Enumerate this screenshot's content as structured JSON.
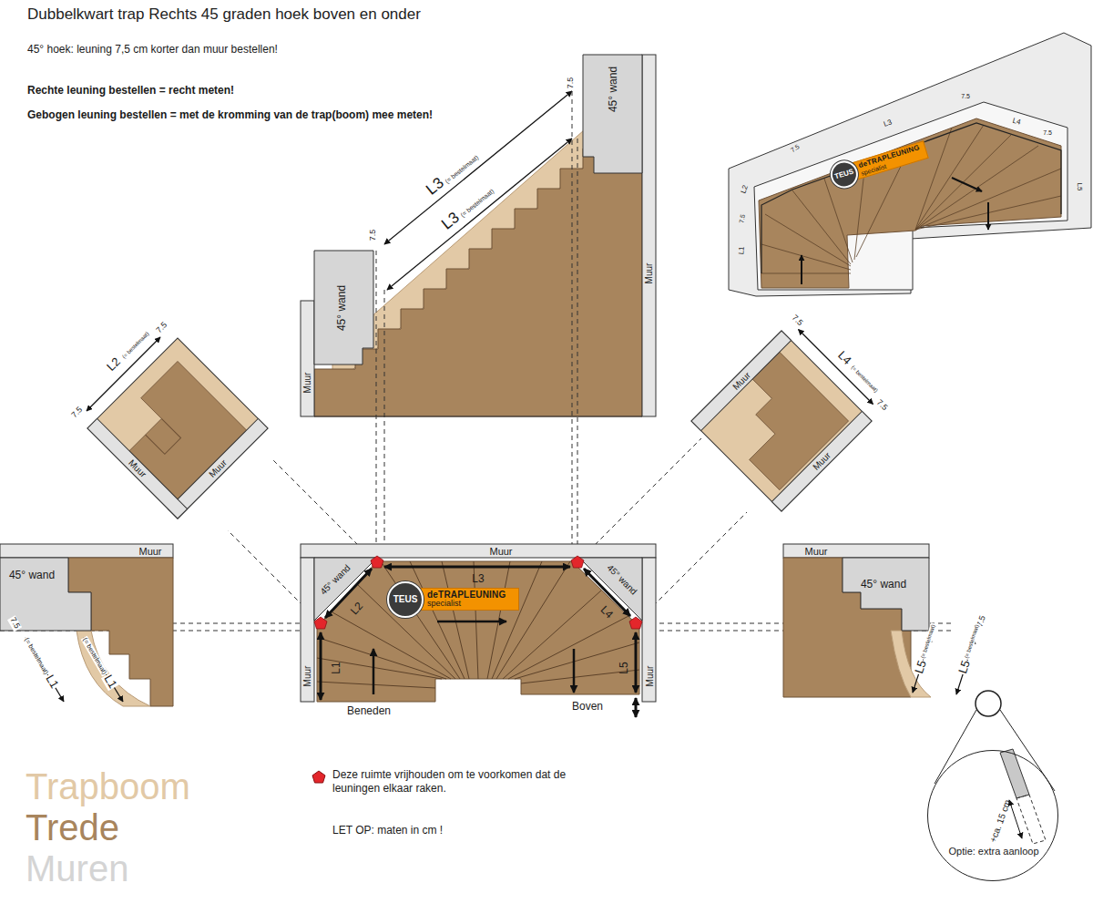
{
  "diagram": {
    "title": "Dubbelkwart trap Rechts 45 graden hoek boven en onder",
    "nodes": [
      {
        "text": [
          "deTRAPLEUNING",
          "specialist"
        ]
      },
      {
        "text": [
          "TEUS"
        ],
        "in": 0
      },
      {
        "text": [
          "deTRAPLEUNING",
          "specialist"
        ]
      },
      {
        "text": [
          "TEUS"
        ],
        "in": 2
      },
      {
        "text": [
          "+ca. 15 cm",
          "Optie: extra aanloop"
        ]
      }
    ],
    "labels": [
      "45° hoek: leuning 7,5 cm korter dan muur bestellen!",
      "Rechte leuning bestellen = recht meten!",
      "Gebogen leuning bestellen = met de kromming van de trap(boom) mee meten!",
      "7.5",
      "45° wand",
      "L3",
      "(= bestelmaat)",
      "L3",
      "(= bestelmaat)",
      "7.5",
      "45° wand",
      "Muur",
      "Muur",
      "7.5",
      "L2",
      "(= bestelmaat)",
      "7.5",
      "Muur",
      "Muur",
      "7.5",
      "L4",
      "(= bestelmaat)",
      "7.5",
      "Muur",
      "Muur",
      "Muur",
      "45° wand",
      "7.5",
      "L1",
      "(= bestelmaat)",
      "L1",
      "(= bestelmaat)",
      "Muur",
      "45° wand",
      "45° wand",
      "L2",
      "L3",
      "L4",
      "L1",
      "L5",
      "Muur",
      "Muur",
      "Beneden",
      "Boven",
      "Muur",
      "45° wand",
      "7.5",
      "L5",
      "(= bestelmaat)",
      "L5",
      "(= bestelmaat)",
      "7.5",
      "L3",
      "L4",
      "7.5",
      "L5",
      "7.5",
      "L2",
      "7.5",
      "L1",
      "LET OP: maten in cm !"
    ],
    "legend": [
      {
        "text": "Trapboom",
        "color": "#e2c9a6"
      },
      {
        "text": "Trede",
        "color": "#a8855d"
      },
      {
        "text": "Muren",
        "color": "#d4d4d4"
      },
      {
        "text": "Deze ruimte vrijhouden om te voorkomen dat de leuningen elkaar raken.",
        "color": "#e3262b"
      }
    ]
  }
}
